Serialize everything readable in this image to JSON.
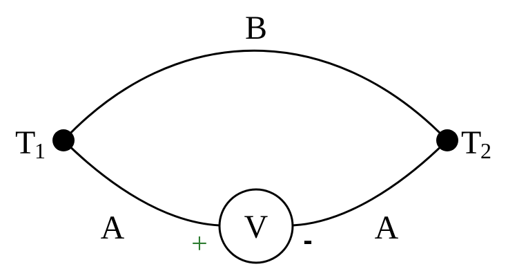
{
  "labels": {
    "top_wire": "B",
    "left_junction": "T",
    "left_junction_sub": "1",
    "right_junction": "T",
    "right_junction_sub": "2",
    "left_wire": "A",
    "right_wire": "A",
    "meter": "V",
    "plus_sign": "+",
    "minus_sign": "-"
  },
  "colors": {
    "stroke": "#000000",
    "plus": "#2e7d32"
  }
}
